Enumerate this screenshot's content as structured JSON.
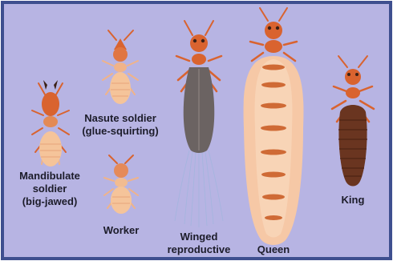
{
  "colors": {
    "background": "#b7b4e3",
    "frame": "#3e4f8f",
    "body_orange": "#d9632f",
    "pale_abdomen": "#f5c49a",
    "queen_abdomen": "#f6c8a6",
    "queen_band": "#cf6a35",
    "wing": "#6b6362",
    "king_abdomen": "#6a3520"
  },
  "labels": {
    "mandibulate": [
      "Mandibulate",
      "soldier",
      "(big-jawed)"
    ],
    "nasute": [
      "Nasute soldier",
      "(glue-squirting)"
    ],
    "worker": [
      "Worker"
    ],
    "winged": [
      "Winged",
      "reproductive"
    ],
    "queen": [
      "Queen"
    ],
    "king": [
      "King"
    ]
  }
}
